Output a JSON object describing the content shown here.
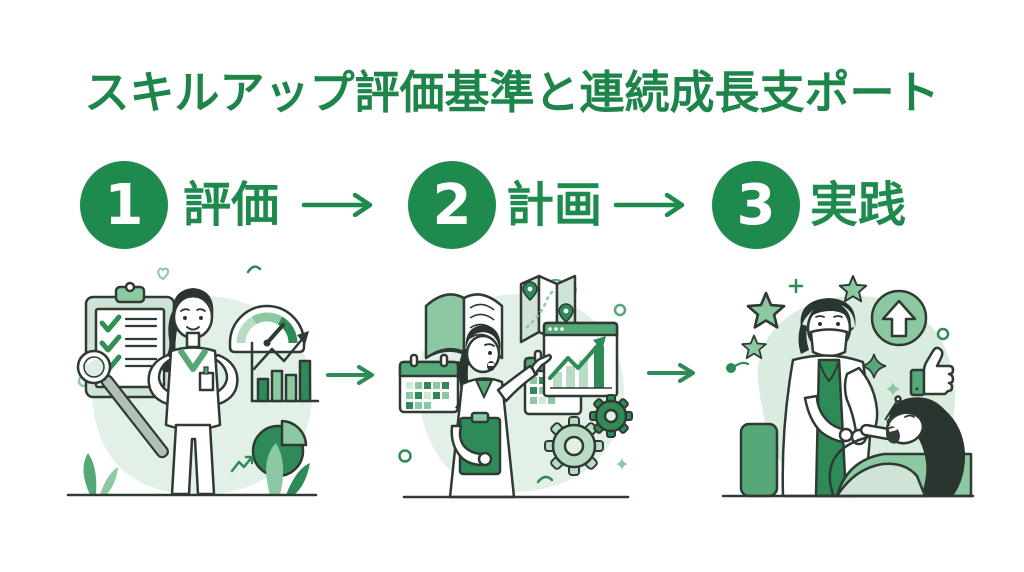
{
  "title": "スキルアップ評価基準と連続成長支ポート",
  "steps": [
    {
      "number": "1",
      "label": "評価"
    },
    {
      "number": "2",
      "label": "計画"
    },
    {
      "number": "3",
      "label": "実践"
    }
  ],
  "colors": {
    "title_green": "#1d8549",
    "accent_green": "#1e8a4e",
    "deep_green": "#2e8b57",
    "mid_green": "#57a878",
    "light_green": "#8cc9a3",
    "pale_green": "#cfe4d6",
    "blob_green": "#e2f0e7",
    "outline_dark": "#2f3a33",
    "background": "#ffffff"
  },
  "illustrations": [
    {
      "name": "evaluation-illustration",
      "icons": [
        "checklist-clipboard-icon",
        "gauge-icon",
        "bar-chart-icon",
        "pie-chart-icon",
        "dental-mirror-icon",
        "plant-icon",
        "nurse-figure"
      ]
    },
    {
      "name": "planning-illustration",
      "icons": [
        "open-book-icon",
        "map-icon",
        "calendar-icon",
        "trend-chart-window-icon",
        "gear-icon",
        "planner-figure"
      ]
    },
    {
      "name": "practice-illustration",
      "icons": [
        "star-icon",
        "sparkle-icon",
        "up-arrow-circle-icon",
        "thumbs-up-icon",
        "dentist-figure",
        "patient-figure"
      ]
    }
  ]
}
